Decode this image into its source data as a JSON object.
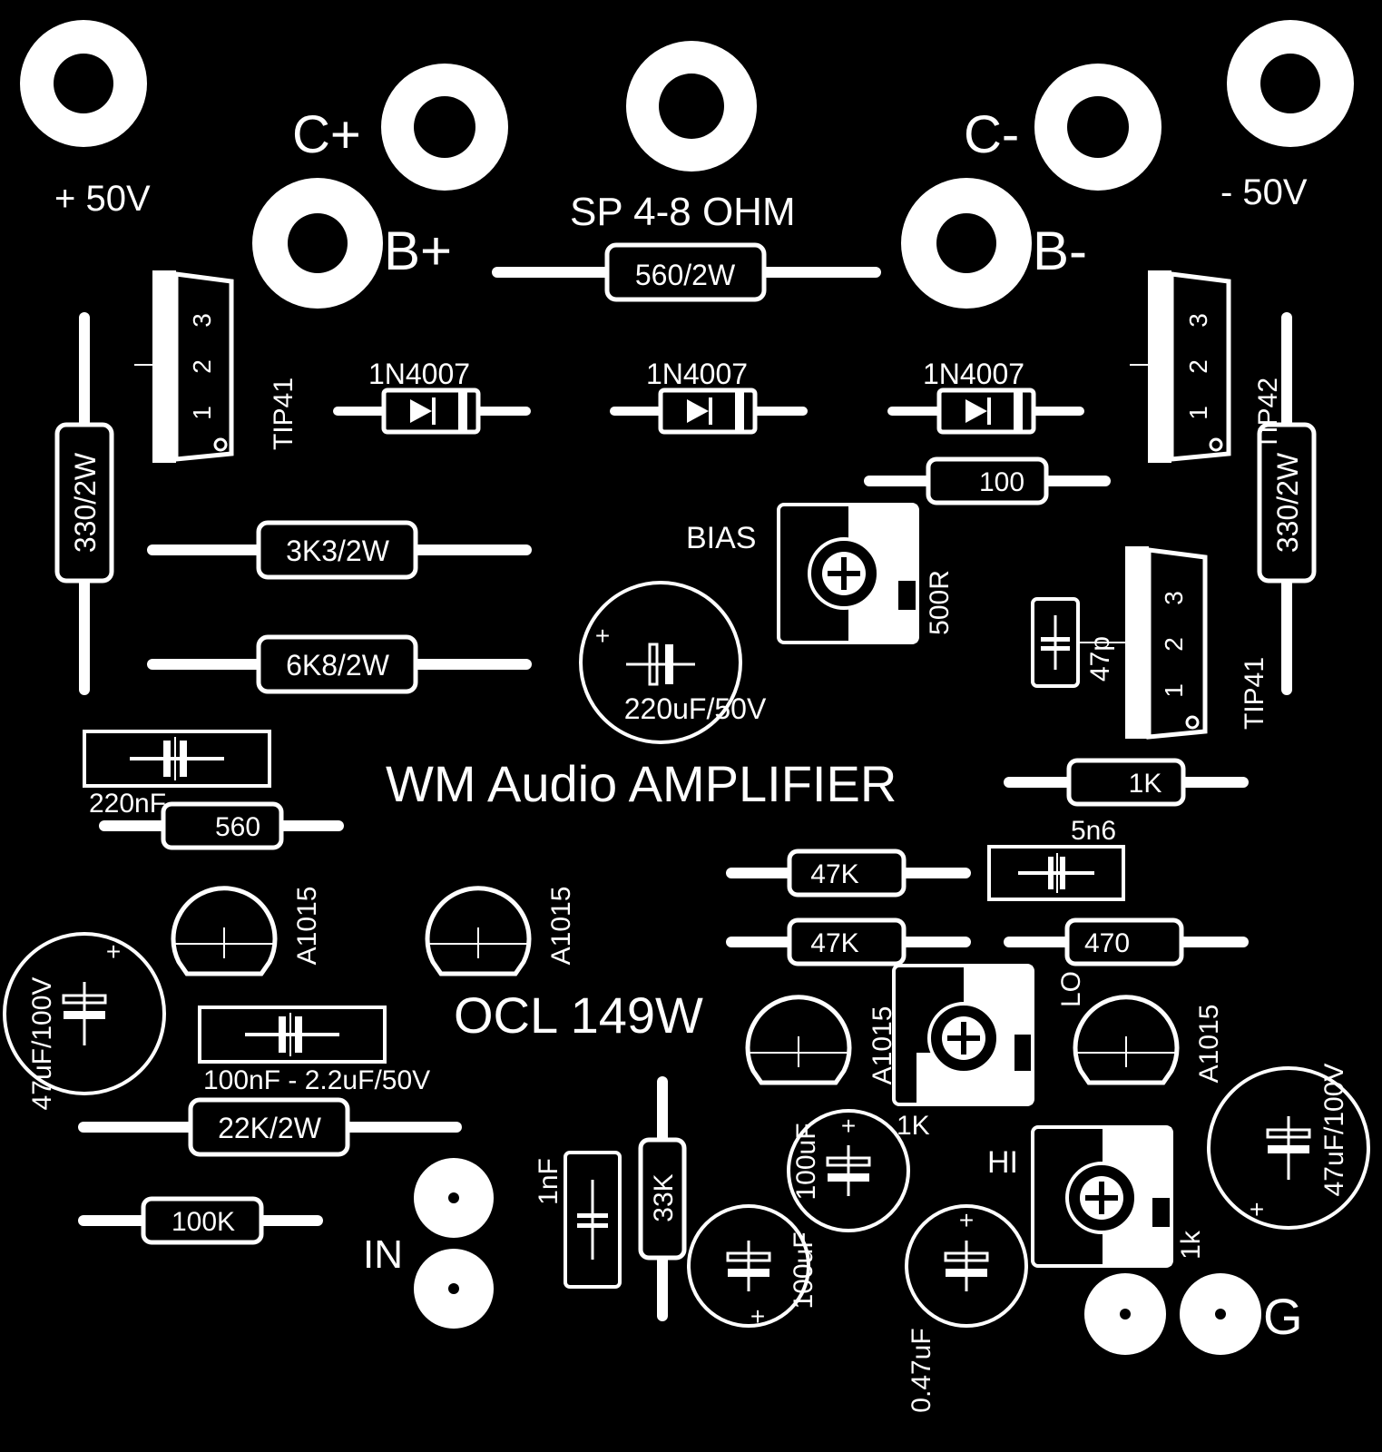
{
  "colors": {
    "background": "#000000",
    "silkscreen": "#ffffff"
  },
  "board": {
    "title": "WM Audio AMPLIFIER",
    "subtitle": "OCL 149W",
    "speaker_label": "SP 4-8 OHM"
  },
  "pads": {
    "plus_50v": "+ 50V",
    "minus_50v": "- 50V",
    "c_plus": "C+",
    "c_minus": "C-",
    "b_plus": "B+",
    "b_minus": "B-",
    "input": "IN",
    "ground": "G"
  },
  "resistors": {
    "r_560_2w": "560/2W",
    "r_330_2w_left": "330/2W",
    "r_330_2w_right": "330/2W",
    "r_3k3_2w": "3K3/2W",
    "r_6k8_2w": "6K8/2W",
    "r_100": "100",
    "r_1k": "1K",
    "r_560": "560",
    "r_47k_a": "47K",
    "r_47k_b": "47K",
    "r_470": "470",
    "r_22k_2w": "22K/2W",
    "r_100k": "100K",
    "r_33k": "33K"
  },
  "diodes": {
    "d1": "1N4007",
    "d2": "1N4007",
    "d3": "1N4007"
  },
  "transistors": {
    "tip41_left": "TIP41",
    "tip42_right": "TIP42",
    "tip41_driver": "TIP41",
    "a1015_1": "A1015",
    "a1015_2": "A1015",
    "a1015_3": "A1015",
    "a1015_4": "A1015",
    "pins": [
      "1",
      "2",
      "3"
    ]
  },
  "capacitors": {
    "c_220uf_50v": "220uF/50V",
    "c_220nf": "220nF",
    "c_47p": "47p",
    "c_5n6": "5n6",
    "c_47uf_100v_left": "47uF/100V",
    "c_47uf_100v_right": "47uF/100V",
    "c_100nf": "100nF - 2.2uF/50V",
    "c_1nf": "1nF",
    "c_100uf_a": "100uF",
    "c_100uf_b": "100uF",
    "c_0_47uf": "0.47uF",
    "plus_sign": "+"
  },
  "trimmers": {
    "bias_label": "BIAS",
    "bias_value": "500R",
    "lo_label": "LO",
    "lo_value": "1K",
    "hi_label": "HI",
    "hi_value": "1k"
  }
}
